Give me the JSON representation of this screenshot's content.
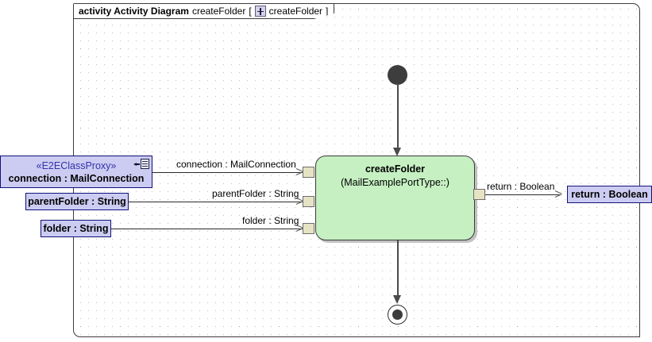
{
  "frame": {
    "keyword": "activity Activity Diagram",
    "name": "createFolder",
    "bracket_open": "[",
    "bracket_close": "]",
    "tab_icon": "activity-diagram-icon",
    "inner_name": "createFolder"
  },
  "activity": {
    "title": "createFolder",
    "subtitle": "(MailExamplePortType::)"
  },
  "inputs": [
    {
      "stereotype": "«E2EClassProxy»",
      "name": "connection : MailConnection",
      "edge_label": "connection : MailConnection",
      "icon": "proxy-icon"
    },
    {
      "stereotype": "",
      "name": "parentFolder : String",
      "edge_label": "parentFolder : String",
      "icon": ""
    },
    {
      "stereotype": "",
      "name": "folder : String",
      "edge_label": "folder : String",
      "icon": ""
    }
  ],
  "outputs": [
    {
      "name": "return : Boolean",
      "edge_label": "return : Boolean"
    }
  ],
  "nodes": {
    "initial": "initial-node",
    "final": "activity-final-node"
  },
  "colors": {
    "proxy_fill": "#ccccf2",
    "proxy_border": "#11117a",
    "stereotype_text": "#3333aa",
    "activity_fill": "#c6f0c2",
    "activity_border": "#3a3a3a",
    "pin_fill": "#e6e2c4",
    "frame_border": "#3c3c3c",
    "node_dark": "#3d3d3d"
  }
}
